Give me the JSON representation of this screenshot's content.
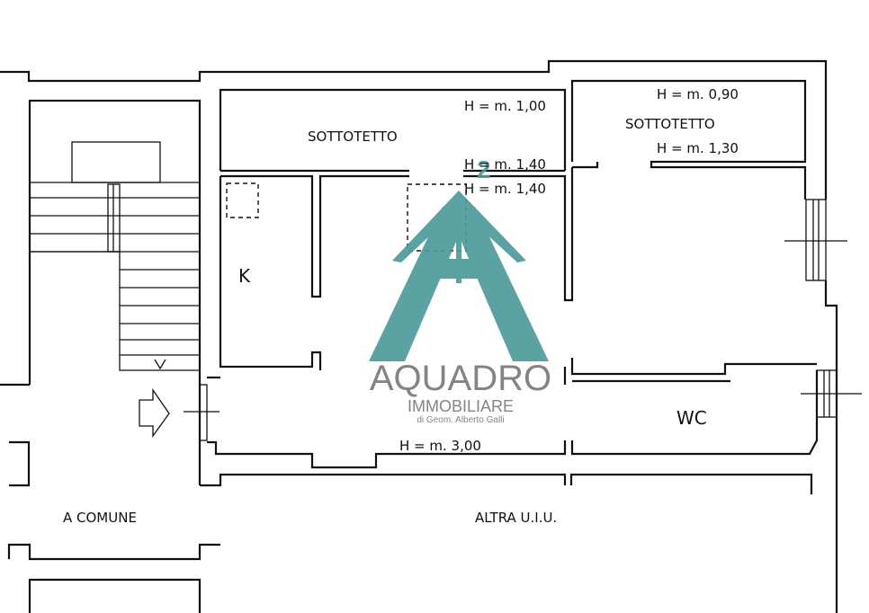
{
  "rooms": {
    "sottotetto_left": "SOTTOTETTO",
    "sottotetto_right": "SOTTOTETTO",
    "kitchen": "K",
    "wc": "WC",
    "common_area": "A COMUNE",
    "other_unit": "ALTRA U.I.U."
  },
  "heights": {
    "h_left_top": "H = m. 1,00",
    "h_left_low": "H = m. 1,40",
    "h_mid_top": "H = m. 1,40",
    "h_right_top": "H = m. 0,90",
    "h_right_low": "H = m. 1,30",
    "h_main": "H = m. 3,00"
  },
  "watermark": {
    "brand": "AQUADRO",
    "sub": "IMMOBILIARE",
    "owner": "di Geom. Alberto Galli",
    "superscript": "2",
    "color": "#4e9b9b"
  }
}
